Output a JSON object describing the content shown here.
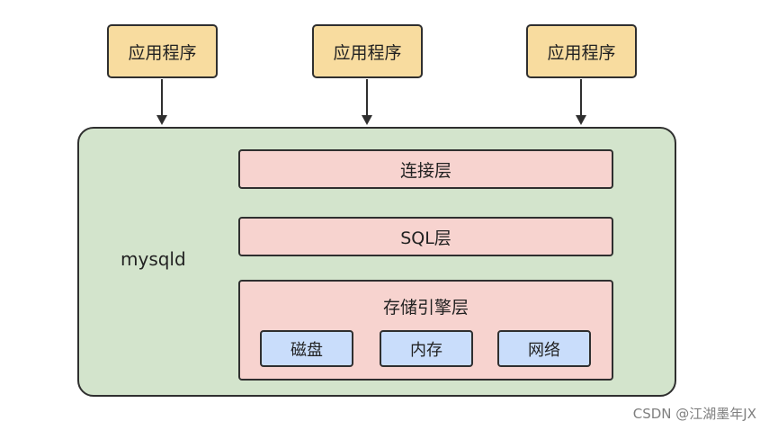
{
  "applications": [
    "应用程序",
    "应用程序",
    "应用程序"
  ],
  "container": {
    "label": "mysqld"
  },
  "layers": {
    "connection": "连接层",
    "sql": "SQL层",
    "storage": {
      "title": "存储引擎层",
      "components": [
        "磁盘",
        "内存",
        "网络"
      ]
    }
  },
  "watermark": "CSDN @江湖墨年JX",
  "colors": {
    "application_fill": "#f8dc9f",
    "container_fill": "#d3e4cc",
    "layer_fill": "#f7d3cf",
    "component_fill": "#c9ddfb",
    "stroke": "#2f2f2f"
  }
}
